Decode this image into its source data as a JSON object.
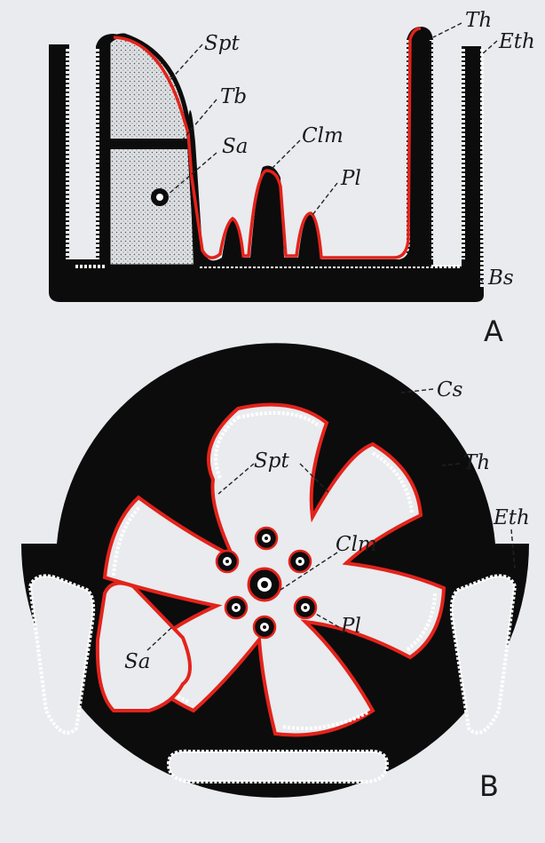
{
  "figure": {
    "panel_a": {
      "letter": "A",
      "labels": {
        "spt": "Spt",
        "tb": "Tb",
        "sa": "Sa",
        "clm": "Clm",
        "pl": "Pl",
        "th": "Th",
        "eth": "Eth",
        "bs": "Bs"
      }
    },
    "panel_b": {
      "letter": "B",
      "labels": {
        "cs": "Cs",
        "spt": "Spt",
        "th": "Th",
        "eth": "Eth",
        "clm": "Clm",
        "pl": "Pl",
        "sa": "Sa"
      }
    }
  },
  "colors": {
    "tissue": "#0c0c0c",
    "red_layer": "#e3231b",
    "stipple": "#dde0e3",
    "background": "#e9ebee"
  }
}
